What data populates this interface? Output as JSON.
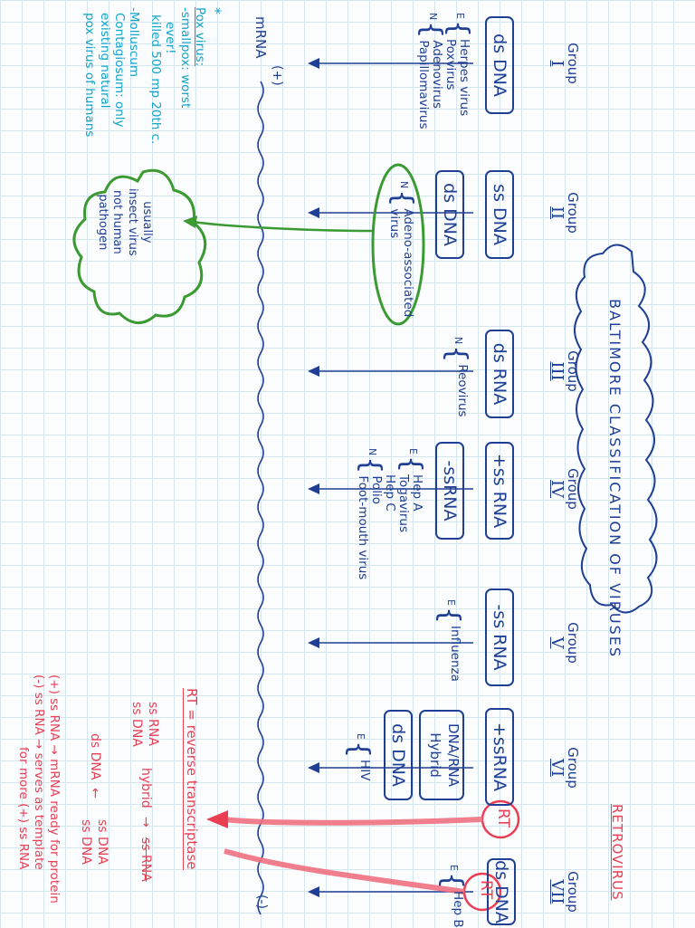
{
  "title": "BALTIMORE CLASSIFICATION OF VIRUSES",
  "groups": [
    {
      "label": "Group",
      "numeral": "I",
      "box": "ds DNA",
      "box2": "",
      "examples": [
        {
          "letter": "E",
          "names": [
            "Herpes virus",
            "Poxvirus"
          ]
        },
        {
          "letter": "N",
          "names": [
            "Adenovirus",
            "Papillomavirus"
          ]
        }
      ]
    },
    {
      "label": "Group",
      "numeral": "II",
      "box": "ss DNA",
      "box2": "ds DNA",
      "examples": [
        {
          "letter": "N",
          "names": [
            "Adeno-associated",
            "virus"
          ]
        }
      ]
    },
    {
      "label": "Group",
      "numeral": "III",
      "box": "ds RNA",
      "box2": "",
      "examples": [
        {
          "letter": "N",
          "names": [
            "Reovirus"
          ]
        }
      ]
    },
    {
      "label": "Group",
      "numeral": "IV",
      "box": "+ss RNA",
      "box2": "-ssRNA",
      "examples": [
        {
          "letter": "E",
          "names": [
            "Hep A",
            "Togavirus",
            "Hep C"
          ]
        },
        {
          "letter": "N",
          "names": [
            "Polio",
            "Foot-mouth virus"
          ]
        }
      ]
    },
    {
      "label": "Group",
      "numeral": "V",
      "box": "-ss RNA",
      "box2": "",
      "examples": [
        {
          "letter": "E",
          "names": [
            "Influenza"
          ]
        }
      ]
    },
    {
      "label": "Group",
      "numeral": "VI",
      "box": "+ssRNA",
      "box2": "DNA/RNA Hybrid",
      "box3": "ds DNA",
      "rt": "RT",
      "examples": [
        {
          "letter": "E",
          "names": [
            "HIV"
          ]
        }
      ]
    },
    {
      "label": "Group",
      "numeral": "VII",
      "box": "ds DNA",
      "rt": "RT",
      "examples": [
        {
          "letter": "E",
          "names": [
            "Hep B"
          ]
        }
      ]
    }
  ],
  "retrovirus": "RETROVIRUS",
  "mrna": {
    "label": "mRNA",
    "plus": "(+)",
    "minus": "(-)"
  },
  "cloud_note": [
    "usually",
    "insect virus",
    "not human",
    "pathogen"
  ],
  "pox_notes": {
    "star": "*",
    "heading": "Pox virus:",
    "smallpox": "-smallpox: worst",
    "ever": "ever!",
    "killed": "killed 500 mp 20th c.",
    "molluscum": "-Molluscum",
    "contagiosum": "Contagiosum: only",
    "existing": "existing natural",
    "pox_of_humans": "pox virus of humans"
  },
  "rt_notes": {
    "rt_def": "RT = reverse transcriptase",
    "ss_rna": "ss RNA",
    "ss_dna": "ss DNA",
    "hybrid": "hybrid",
    "struck": "ss RNA",
    "ds_dna": "ds DNA",
    "ss_dna_r1": "ss DNA",
    "ss_dna_r2": "ss DNA",
    "legend1": "(+) ss RNA → mRNA ready for protein",
    "legend2": "(-) ss RNA → serves as template",
    "legend3": "for more (+) ss RNA"
  },
  "colors": {
    "ink": "#1f3f94",
    "cyan": "#10a5cc",
    "red": "#ea3f53",
    "green": "#3c9a32",
    "grid": "#d6e6ee"
  }
}
